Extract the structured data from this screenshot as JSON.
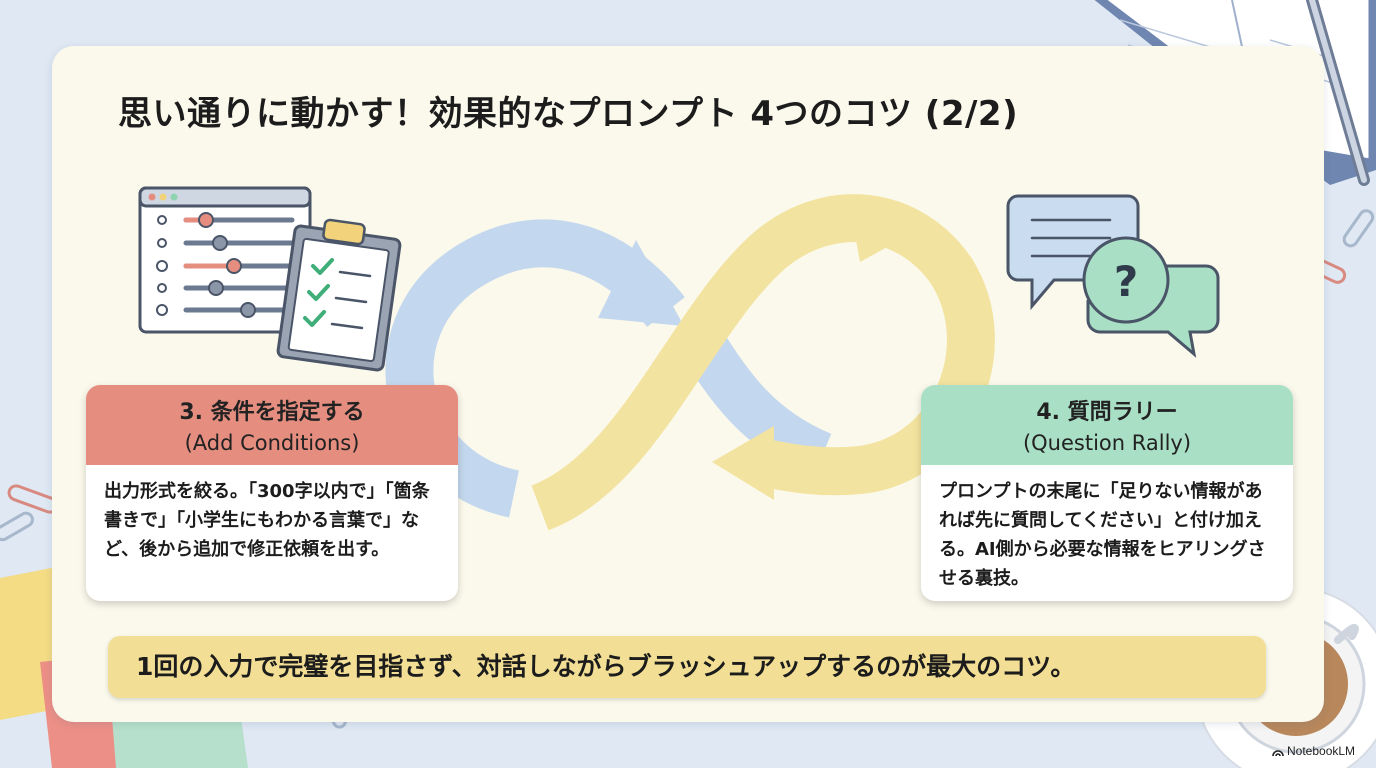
{
  "title": "思い通りに動かす！効果的なプロンプト 4つのコツ (2/2)",
  "cards": [
    {
      "heading": "3. 条件を指定する",
      "subheading": "(Add Conditions)",
      "body": "出力形式を絞る。「300字以内で」「箇条書きで」「小学生にもわかる言葉で」など、後から追加で修正依頼を出す。",
      "color": "#e58e80"
    },
    {
      "heading": "4. 質問ラリー",
      "subheading": "(Question Rally)",
      "body": "プロンプトの末尾に「足りない情報があれば先に質問してください」と付け加える。AI側から必要な情報をヒアリングさせる裏技。",
      "color": "#a9dfc5"
    }
  ],
  "banner": "1回の入力で完璧を目指さず、対話しながらブラッシュアップするのが最大のコツ。",
  "brand": "NotebookLM",
  "illustrations": {
    "settings_window": "settings-sliders-icon",
    "clipboard": "checklist-clipboard-icon",
    "loop": "infinity-loop-arrows",
    "chat": "question-chat-bubbles-icon",
    "question_mark": "?"
  },
  "colors": {
    "loop_blue": "#c3d7ee",
    "loop_yellow": "#f3e3a0",
    "banner": "#f2df95",
    "chat_blue": "#c9dcf0",
    "chat_green": "#a9dfc5"
  }
}
